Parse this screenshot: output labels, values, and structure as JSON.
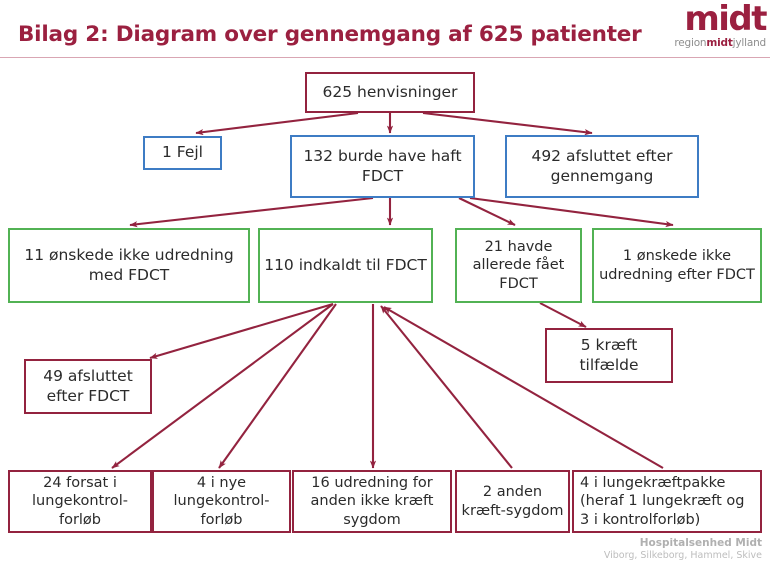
{
  "header": {
    "title": "Bilag 2: Diagram over gennemgang af 625 patienter",
    "logo_word": "midt",
    "logo_sub_prefix": "region",
    "logo_sub_bold": "midt",
    "logo_sub_suffix": "jylland"
  },
  "footer": {
    "organisation": "Hospitalsenhed Midt",
    "locations": "Viborg, Silkeborg, Hammel, Skive"
  },
  "colors": {
    "brand_red": "#9b2040",
    "border_red": "#93233f",
    "border_blue": "#3e7cc4",
    "border_green": "#52b254",
    "arrow": "#93233f",
    "rule": "#d9a6b3",
    "footer_gray": "#b6b6b6"
  },
  "diagram": {
    "type": "flowchart",
    "orientation": "top-down",
    "nodes": [
      {
        "id": "root",
        "label": "625 henvisninger",
        "border": "red",
        "level": 0
      },
      {
        "id": "fejl",
        "label": "1 Fejl",
        "border": "blue",
        "level": 1
      },
      {
        "id": "burde",
        "label": "132 burde have haft FDCT",
        "border": "blue",
        "level": 1
      },
      {
        "id": "afsluttet",
        "label": "492 afsluttet efter gennemgang",
        "border": "blue",
        "level": 1
      },
      {
        "id": "onskede11",
        "label": "11 ønskede ikke udredning med FDCT",
        "border": "green",
        "level": 2
      },
      {
        "id": "indkaldt110",
        "label": "110 indkaldt til FDCT",
        "border": "green",
        "level": 2
      },
      {
        "id": "havde21",
        "label": "21 havde allerede fået FDCT",
        "border": "green",
        "level": 2
      },
      {
        "id": "onskede1",
        "label": "1 ønskede ikke udredning efter FDCT",
        "border": "green",
        "level": 2
      },
      {
        "id": "kraeft5",
        "label": "5 kræft tilfælde",
        "border": "red",
        "level": 3
      },
      {
        "id": "afsluttet49",
        "label": "49 afsluttet efter FDCT",
        "border": "red",
        "level": 3
      },
      {
        "id": "forsat24",
        "label": "24 forsat i lungekontrol-forløb",
        "border": "red",
        "level": 4
      },
      {
        "id": "nye4",
        "label": "4 i nye lungekontrol-forløb",
        "border": "red",
        "level": 4
      },
      {
        "id": "udredning16",
        "label": "16 udredning for anden ikke kræft sygdom",
        "border": "red",
        "level": 4
      },
      {
        "id": "anden2",
        "label": "2 anden kræft-sygdom",
        "border": "red",
        "level": 4
      },
      {
        "id": "pakke4",
        "label": "4 i lungekræftpakke (heraf 1 lungekræft og 3 i kontrolforløb)",
        "border": "red",
        "level": 4
      }
    ],
    "edges": [
      {
        "from": "root",
        "to": "fejl"
      },
      {
        "from": "root",
        "to": "burde"
      },
      {
        "from": "root",
        "to": "afsluttet"
      },
      {
        "from": "burde",
        "to": "onskede11"
      },
      {
        "from": "burde",
        "to": "indkaldt110"
      },
      {
        "from": "burde",
        "to": "havde21"
      },
      {
        "from": "burde",
        "to": "onskede1"
      },
      {
        "from": "havde21",
        "to": "kraeft5"
      },
      {
        "from": "indkaldt110",
        "to": "afsluttet49"
      },
      {
        "from": "indkaldt110",
        "to": "forsat24"
      },
      {
        "from": "indkaldt110",
        "to": "nye4"
      },
      {
        "from": "indkaldt110",
        "to": "udredning16"
      },
      {
        "from": "anden2",
        "to": "indkaldt110"
      },
      {
        "from": "pakke4",
        "to": "indkaldt110"
      }
    ]
  }
}
